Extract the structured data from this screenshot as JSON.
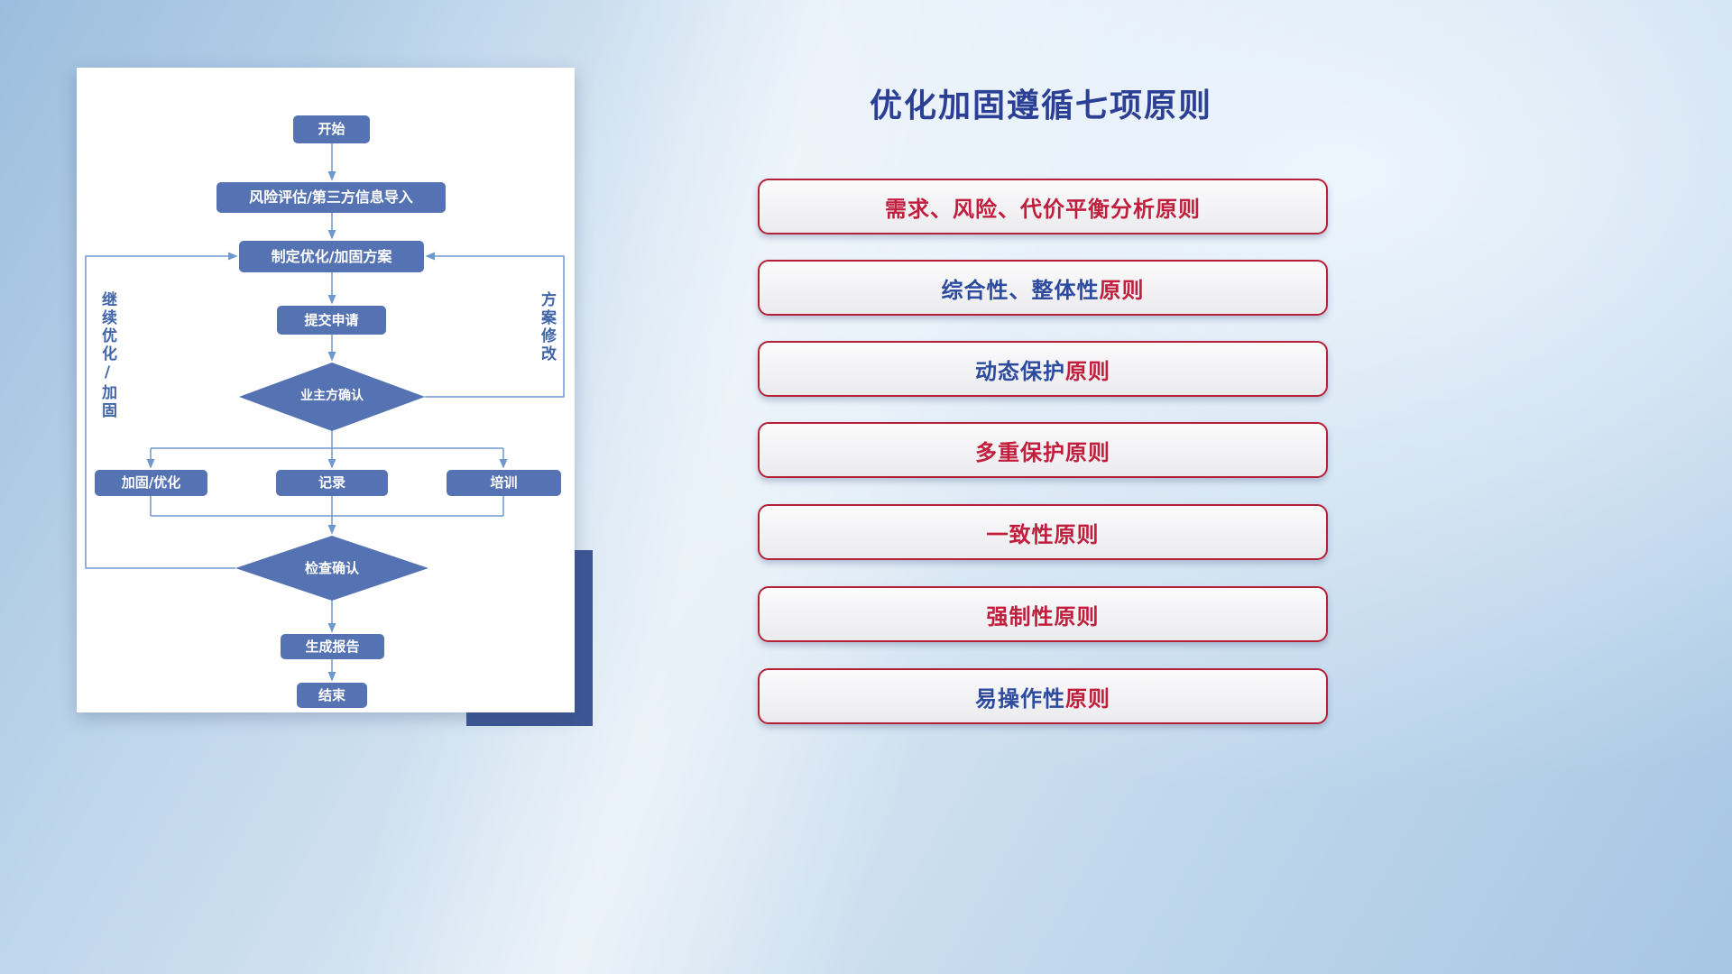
{
  "title": "优化加固遵循七项原则",
  "principles": [
    {
      "blue": "",
      "red": "需求、风险、代价平衡分析原则"
    },
    {
      "blue": "综合性、整体性",
      "red": "原则"
    },
    {
      "blue": "动态保护",
      "red": "原则"
    },
    {
      "blue": "",
      "red": "多重保护原则"
    },
    {
      "blue": "",
      "red": "一致性原则"
    },
    {
      "blue": "",
      "red": "强制性原则"
    },
    {
      "blue": "易操作性",
      "red": "原则"
    }
  ],
  "flowchart": {
    "nodes": {
      "start": "开始",
      "risk_import": "风险评估/第三方信息导入",
      "make_plan": "制定优化/加固方案",
      "submit": "提交申请",
      "owner_confirm": "业主方确认",
      "reinforce": "加固/优化",
      "record": "记录",
      "training": "培训",
      "check_confirm": "检查确认",
      "report": "生成报告",
      "end": "结束"
    },
    "side_labels": {
      "continue_optimize": "继续优化/加固",
      "plan_revision": "方案修改"
    }
  },
  "colors": {
    "node_fill": "#5572b3",
    "connector_line": "#6f98cf",
    "principle_red": "#c01e3c",
    "principle_blue": "#2c4a9e",
    "title_navy": "#2b3f94",
    "accent_block": "#3d5795"
  }
}
